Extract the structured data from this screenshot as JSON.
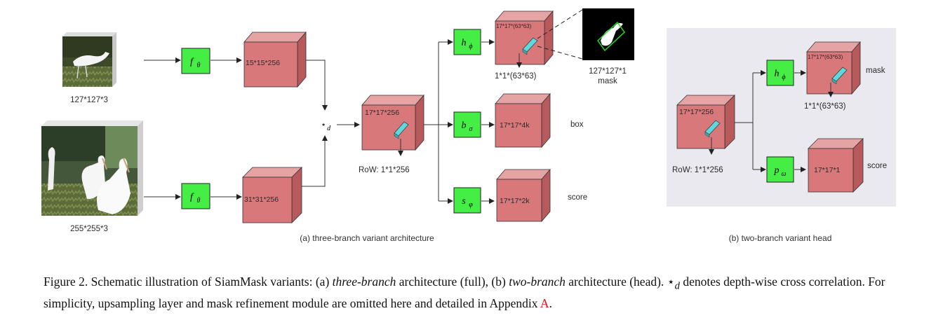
{
  "diagram_a": {
    "input_template_size": "127*127*3",
    "input_search_size": "255*255*3",
    "backbone_fn": "f",
    "backbone_sub": "θ",
    "template_feature": "15*15*256",
    "search_feature": "31*31*256",
    "xcorr_symbol": "⋆",
    "xcorr_sub": "d",
    "response": "17*17*256",
    "row_label": "RoW: 1*1*256",
    "mask_head_fn": "h",
    "mask_head_sub": "ϕ",
    "box_head_fn": "b",
    "box_head_sub": "σ",
    "score_head_fn": "s",
    "score_head_sub": "φ",
    "mask_feature": "17*17*(63*63)",
    "mask_row": "1*1*(63*63)",
    "mask_output_size": "127*127*1",
    "mask_output_label": "mask",
    "box_feature": "17*17*4k",
    "box_label": "box",
    "score_feature": "17*17*2k",
    "score_label": "score",
    "subcaption": "(a) three-branch  variant architecture"
  },
  "diagram_b": {
    "response": "17*17*256",
    "row_label": "RoW: 1*1*256",
    "mask_head_fn": "h",
    "mask_head_sub": "ϕ",
    "mask_feature": "17*17*(63*63)",
    "mask_row": "1*1*(63*63)",
    "mask_label": "mask",
    "score_head_fn": "p",
    "score_head_sub": "ω",
    "score_feature": "17*17*1",
    "score_label": "score",
    "subcaption": "(b) two-branch  variant head"
  },
  "caption": {
    "prefix": "Figure 2. Schematic illustration of SiamMask variants: (a) ",
    "em1": "three-branch",
    "mid1": " architecture (full), (b) ",
    "em2": "two-branch",
    "mid2": " architecture (head). ",
    "symbol": "⋆",
    "symbol_sub": "d",
    "mid3": " denotes depth-wise cross correlation. For simplicity, upsampling layer and mask refinement module are omitted here and detailed in Appendix ",
    "ref": "A",
    "suffix": "."
  },
  "colors": {
    "cube_front": "#d8787a",
    "cube_top": "#e6a3a4",
    "cube_side": "#b85a5c",
    "head_box": "#44ee44",
    "row_bar": "#5ed8dc",
    "panel_bg": "#e9e9ef"
  }
}
